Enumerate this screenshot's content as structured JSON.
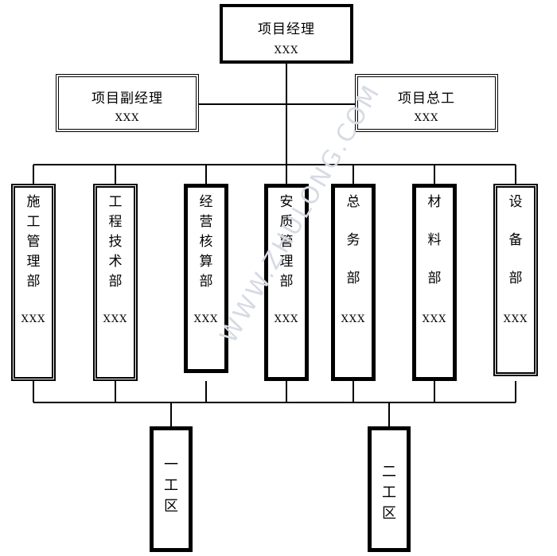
{
  "top": {
    "title": "项目经理",
    "name": "XXX"
  },
  "deputy": {
    "title": "项目副经理",
    "name": "XXX"
  },
  "chief_engineer": {
    "title": "项目总工",
    "name": "XXX"
  },
  "departments": [
    {
      "label": "施\n工\n管\n理\n部",
      "name": "XXX"
    },
    {
      "label": "工\n程\n技\n术\n部",
      "name": "XXX"
    },
    {
      "label": "经\n营\n核\n算\n部",
      "name": "XXX"
    },
    {
      "label": "安\n质\n管\n理\n部",
      "name": "XXX"
    },
    {
      "label": "总\n务\n部",
      "name": "XXX"
    },
    {
      "label": "材\n料\n部",
      "name": "XXX"
    },
    {
      "label": "设\n备\n部",
      "name": "XXX"
    }
  ],
  "work_zones": [
    {
      "label": "一\n工\n区"
    },
    {
      "label": "二\n工\n区"
    }
  ],
  "watermark": "WWW.ZHULONG.COM"
}
